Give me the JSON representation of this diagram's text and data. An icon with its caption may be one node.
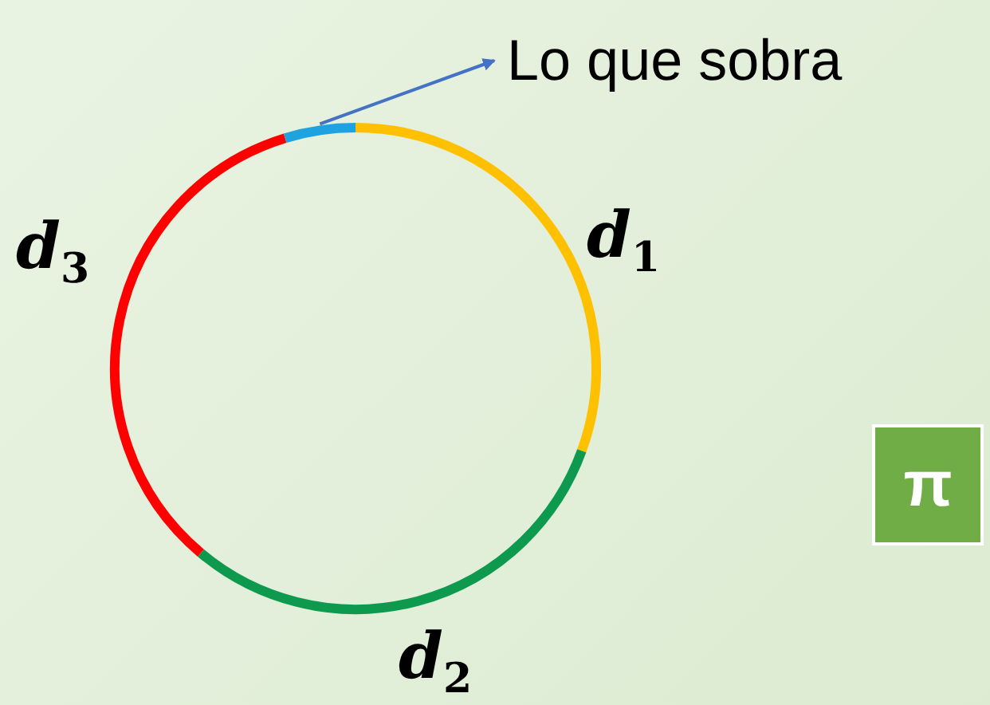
{
  "diagram": {
    "nodes": [
      {
        "text": [
          "Lo que sobra"
        ]
      },
      {
        "text": [],
        "shape": "arc"
      },
      {
        "text": [
          "π"
        ]
      }
    ],
    "edges": [
      {
        "from": 1,
        "to": 0,
        "arrow": "to"
      }
    ],
    "labels": [
      "*d*$_{3}$",
      "*d*$_{1}$",
      "*d*$_{2}$"
    ]
  }
}
